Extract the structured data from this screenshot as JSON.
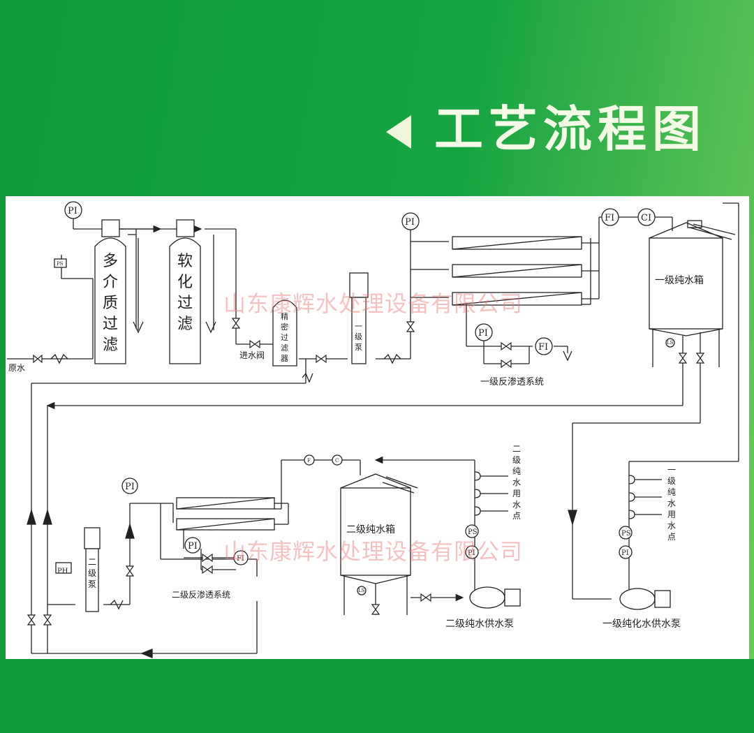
{
  "page": {
    "title": "工艺流程图",
    "colors": {
      "background": "#119a3c",
      "accent_light": "#6fc95c",
      "panel": "#ffffff",
      "line": "#222222",
      "watermark": "#e87878"
    },
    "icons": [
      "back-triangle-icon"
    ]
  },
  "diagram": {
    "instruments": {
      "pi": "PI",
      "fi": "FI",
      "ci": "CI",
      "ps": "PS",
      "ph": "PH",
      "ls": "LS",
      "f": "F",
      "c": "C"
    },
    "labels": {
      "raw_water": "原水",
      "media_filter": "多介质过滤",
      "soft_filter": "软化过滤",
      "inlet_valve": "进水阀",
      "precision_filter": "精密过滤器",
      "pump1": "一级泵",
      "ro1": "一级反渗透系统",
      "tank1": "一级纯水箱",
      "pump2": "二级泵",
      "ro2": "二级反渗透系统",
      "tank2": "二级纯水箱",
      "use2": "二级纯水用水点",
      "use1": "一级纯水用水点",
      "supply2": "二级纯水供水泵",
      "supply1": "一级纯化水供水泵"
    },
    "watermark": "山东康辉水处理设备有限公司"
  }
}
